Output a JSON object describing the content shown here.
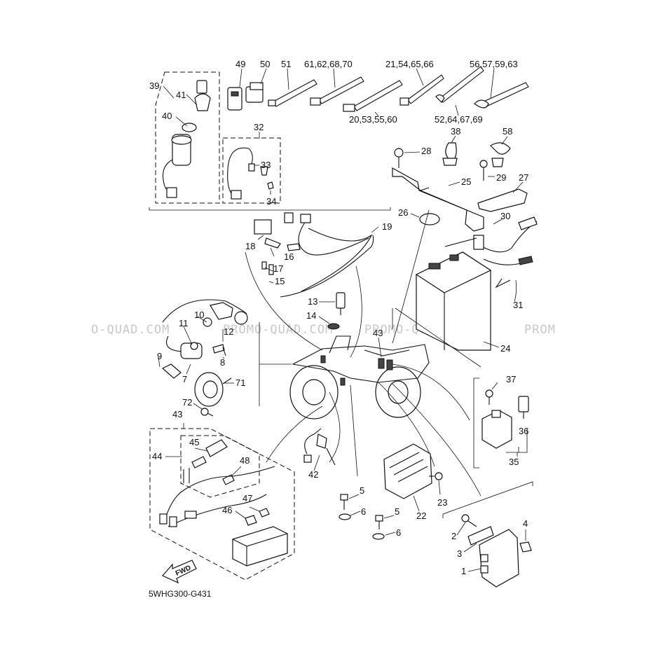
{
  "diagram": {
    "code": "5WHG300-G431",
    "watermark": [
      "O-QUAD.COM",
      "PROMO-QUAD.COM",
      "PROMO-QUAD.COM",
      "PROM"
    ],
    "forward_label": "FWD",
    "labels": {
      "p39": "39",
      "p41": "41",
      "p40": "40",
      "p49": "49",
      "p50": "50",
      "p51": "51",
      "g61": "61,62,68,70",
      "g21": "21,54,65,66",
      "g56": "56,57,59,63",
      "g20": "20,53,55,60",
      "g52": "52,64,67,69",
      "p32": "32",
      "p33": "33",
      "p34": "34",
      "p38": "38",
      "p58": "58",
      "p28": "28",
      "p25": "25",
      "p29": "29",
      "p27": "27",
      "p26": "26",
      "p30": "30",
      "p19": "19",
      "p18": "18",
      "p16": "16",
      "p17": "17",
      "p15": "15",
      "p13": "13",
      "p14": "14",
      "p10": "10",
      "p11": "11",
      "p12": "12",
      "p9": "9",
      "p8": "8",
      "p7": "7",
      "p71": "71",
      "p72": "72",
      "p43a": "43",
      "p43b": "43",
      "p24": "24",
      "p31": "31",
      "p37": "37",
      "p36": "36",
      "p35": "35",
      "p45": "45",
      "p44": "44",
      "p48": "48",
      "p42": "42",
      "p47": "47",
      "p46": "46",
      "p5a": "5",
      "p6a": "6",
      "p5b": "5",
      "p6b": "6",
      "p23": "23",
      "p22": "22",
      "p4": "4",
      "p2": "2",
      "p3": "3",
      "p1": "1"
    }
  }
}
